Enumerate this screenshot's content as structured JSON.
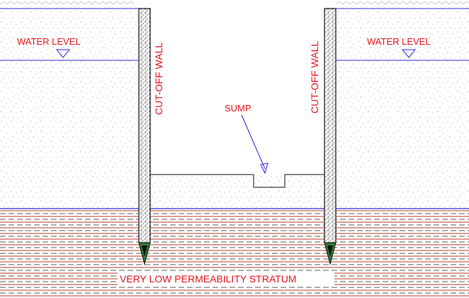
{
  "labels": {
    "water_level_left": "WATER LEVEL",
    "water_level_right": "WATER LEVEL",
    "cutoff_wall_left": "CUT-OFF WALL",
    "cutoff_wall_right": "CUT-OFF WALL",
    "sump": "SUMP",
    "stratum": "VERY LOW PERMEABILITY STRATUM"
  },
  "colors": {
    "label_red": "#e8141c",
    "water_blue": "#2b2bd6",
    "stratum_red": "#c0392b",
    "outline_black": "#111111",
    "soil_dots": "#9a9a9a",
    "wall_tip_green": "#2e7d32"
  }
}
